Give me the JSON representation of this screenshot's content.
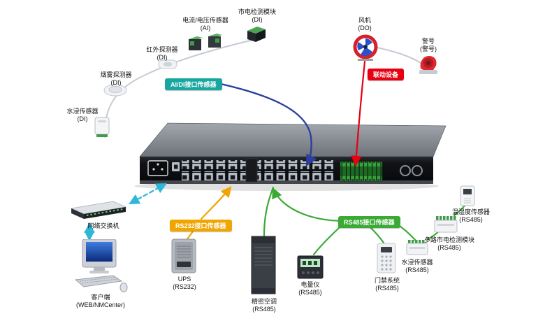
{
  "diagram": {
    "nodes": {
      "water_di": {
        "name": "水浸传感器",
        "sub": "(DI)"
      },
      "smoke": {
        "name": "烟雾探测器",
        "sub": "(DI)"
      },
      "infrared": {
        "name": "红外探测器",
        "sub": "(DI)"
      },
      "current_voltage": {
        "name": "电流/电压传感器",
        "sub": "(AI)"
      },
      "mains_detect": {
        "name": "市电检测模块",
        "sub": "(DI)"
      },
      "fan": {
        "name": "风机",
        "sub": "(DO)"
      },
      "siren": {
        "name": "警号",
        "sub": "(警号)"
      },
      "switch": {
        "name": "网络交换机",
        "sub": ""
      },
      "client": {
        "name": "客户端",
        "sub": "(WEB/NMCenter)"
      },
      "ups": {
        "name": "UPS",
        "sub": "(RS232)"
      },
      "ac": {
        "name": "精密空调",
        "sub": "(RS485)"
      },
      "meter": {
        "name": "电量仪",
        "sub": "(RS485)"
      },
      "door": {
        "name": "门禁系统",
        "sub": "(RS485)"
      },
      "water_rs485": {
        "name": "水浸传感器",
        "sub": "(RS485)"
      },
      "multi_mains": {
        "name": "多路市电检测模块",
        "sub": "(RS485)"
      },
      "temp_humidity": {
        "name": "温湿度传感器",
        "sub": "(RS485)"
      }
    },
    "badges": {
      "aidi": "AI/DI接口传感器",
      "linkage": "联动设备",
      "rs232": "RS232接口传感器",
      "rs485": "RS485接口传感器"
    },
    "colors": {
      "aidi_badge": "#18a7a0",
      "linkage_badge": "#e60012",
      "rs232_badge": "#f0a500",
      "rs485_badge": "#3aaa35",
      "blue_line": "#2b3f9e",
      "red_line": "#e60012",
      "cyan_line": "#2fb7d9",
      "orange_line": "#f0a500",
      "green_line": "#3aaa35",
      "gray_line": "#c6cbd3"
    }
  }
}
